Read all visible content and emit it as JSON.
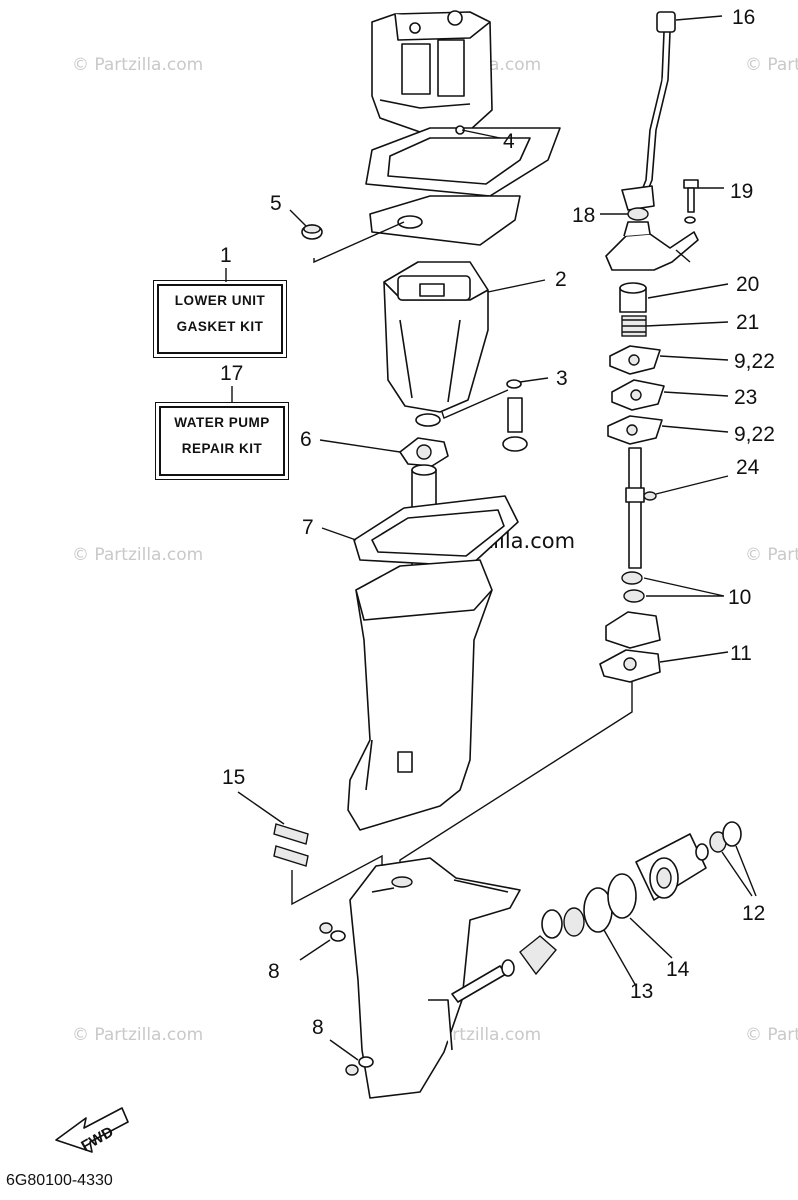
{
  "callouts": {
    "c1": "1",
    "c2": "2",
    "c3": "3",
    "c4": "4",
    "c5": "5",
    "c6": "6",
    "c7": "7",
    "c8a": "8",
    "c8b": "8",
    "c922a": "9,22",
    "c922b": "9,22",
    "c10": "10",
    "c11": "11",
    "c12": "12",
    "c13": "13",
    "c14": "14",
    "c15": "15",
    "c16": "16",
    "c17": "17",
    "c18": "18",
    "c19": "19",
    "c20": "20",
    "c21": "21",
    "c23": "23",
    "c24": "24"
  },
  "kits": {
    "lower_unit": [
      "LOWER UNIT",
      "GASKET KIT"
    ],
    "water_pump": [
      "WATER PUMP",
      "REPAIR KIT"
    ]
  },
  "fwd_label": "FWD",
  "watermark": "© Partzilla.com",
  "watermark_center": "© Partzilla.com",
  "reference_code": "6G80100-4330",
  "colors": {
    "line": "#111111",
    "watermark": "#c9c9c9",
    "background": "#ffffff"
  }
}
